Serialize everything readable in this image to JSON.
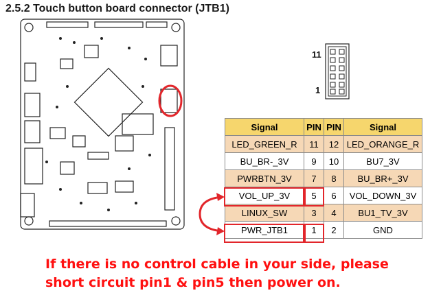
{
  "heading": "2.5.2 Touch button board connector (JTB1)",
  "connector": {
    "pin_top_label": "11",
    "pin_bottom_label": "1"
  },
  "table": {
    "headers": [
      "Signal",
      "PIN",
      "PIN",
      "Signal"
    ],
    "rows": [
      [
        "LED_GREEN_R",
        "11",
        "12",
        "LED_ORANGE_R"
      ],
      [
        "BU_BR-_3V",
        "9",
        "10",
        "BU7_3V"
      ],
      [
        "PWRBTN_3V",
        "7",
        "8",
        "BU_BR+_3V"
      ],
      [
        "VOL_UP_3V",
        "5",
        "6",
        "VOL_DOWN_3V"
      ],
      [
        "LINUX_SW",
        "3",
        "4",
        "BU1_TV_3V"
      ],
      [
        "PWR_JTB1",
        "1",
        "2",
        "GND"
      ]
    ]
  },
  "note": {
    "line1": "If there is no control cable in your side, please",
    "line2": "short circuit pin1 & pin5 then power on."
  },
  "colors": {
    "header_bg": "#f6d66d",
    "odd_row_bg": "#f6d8b6",
    "highlight": "#e2262b",
    "note_text": "#ff1010"
  }
}
